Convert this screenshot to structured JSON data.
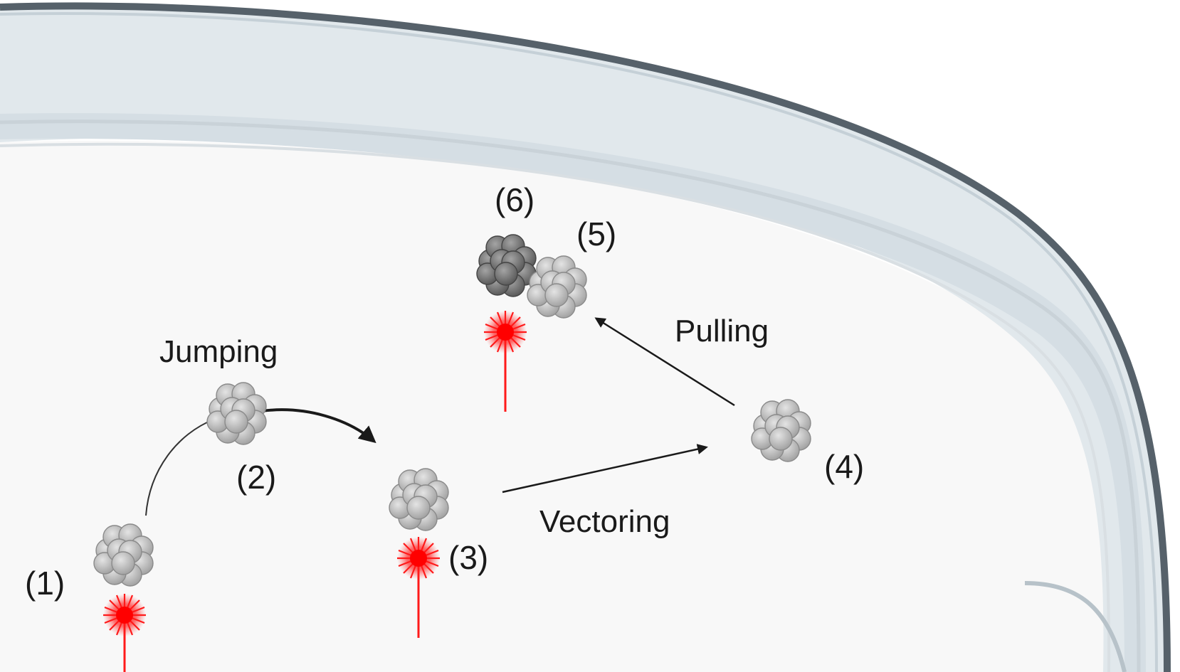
{
  "steps": [
    {
      "id": "1",
      "label": "(1)",
      "laser": true,
      "shade": "light"
    },
    {
      "id": "2",
      "label": "(2)",
      "laser": false,
      "shade": "light"
    },
    {
      "id": "3",
      "label": "(3)",
      "laser": true,
      "shade": "light"
    },
    {
      "id": "4",
      "label": "(4)",
      "laser": false,
      "shade": "light"
    },
    {
      "id": "5",
      "label": "(5)",
      "laser": false,
      "shade": "light"
    },
    {
      "id": "6",
      "label": "(6)",
      "laser": true,
      "shade": "dark"
    }
  ],
  "actions": {
    "jumping": "Jumping",
    "vectoring": "Vectoring",
    "pulling": "Pulling"
  },
  "colors": {
    "laser": "#ff1a1a",
    "dish_rim": "#56616a",
    "dish_wall": "#dde5ea",
    "dish_floor": "#f8f8f8",
    "cluster_light": "#b8b8b8",
    "cluster_dark": "#777777",
    "arrow": "#1a1a1a"
  }
}
